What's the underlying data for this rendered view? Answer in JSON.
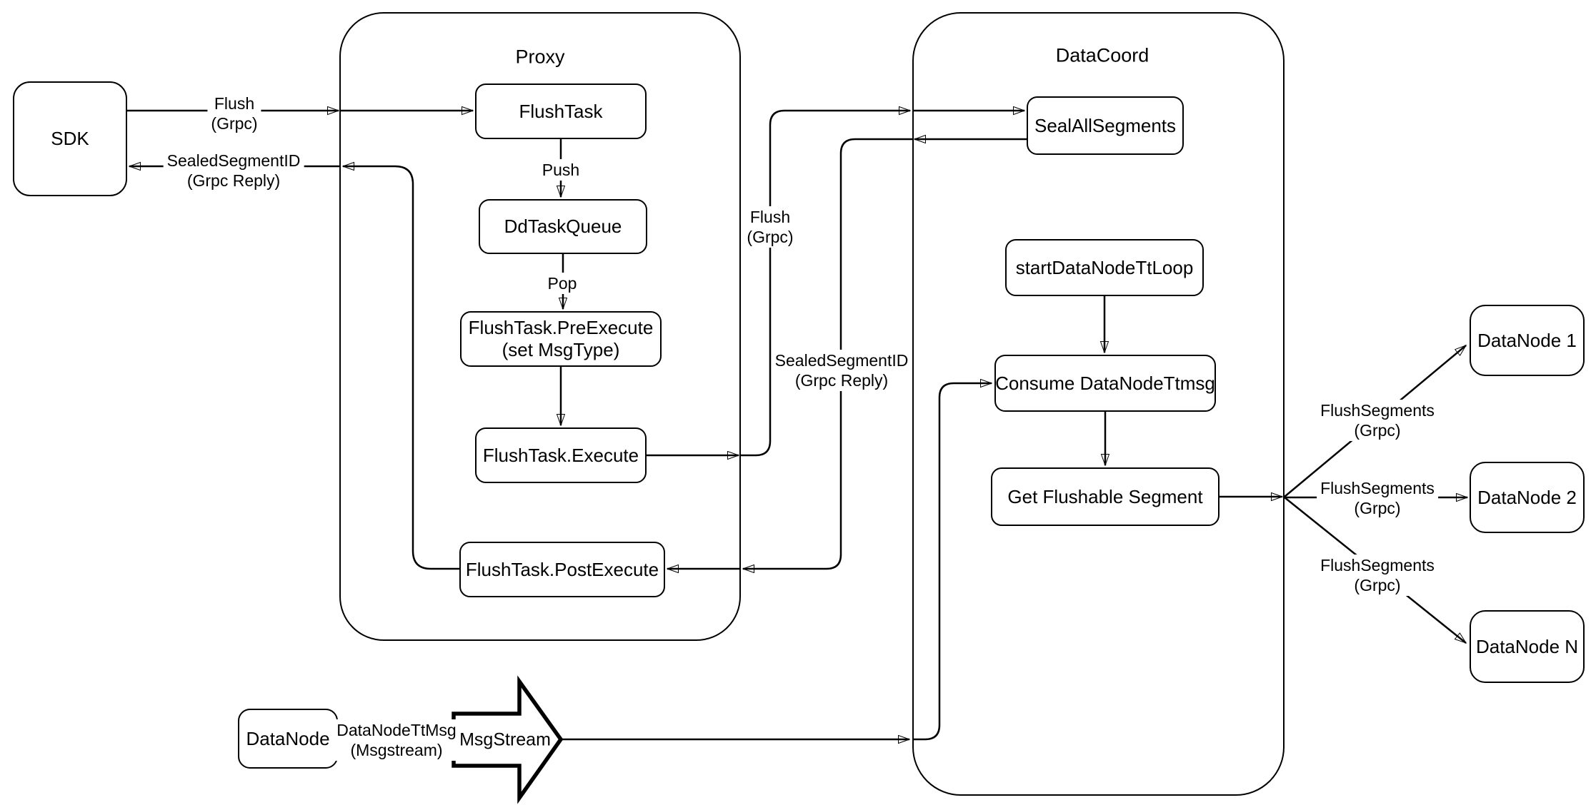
{
  "colors": {
    "stroke": "#000000",
    "background": "#ffffff"
  },
  "containers": {
    "proxy": {
      "title": "Proxy"
    },
    "datacoord": {
      "title": "DataCoord"
    }
  },
  "nodes": {
    "sdk": {
      "label": "SDK"
    },
    "flush_task": {
      "label": "FlushTask"
    },
    "dd_task_queue": {
      "label": "DdTaskQueue"
    },
    "pre_execute": {
      "line1": "FlushTask.PreExecute",
      "line2": "(set MsgType)"
    },
    "execute": {
      "label": "FlushTask.Execute"
    },
    "post_execute": {
      "label": "FlushTask.PostExecute"
    },
    "seal_all_segments": {
      "label": "SealAllSegments"
    },
    "start_data_node_tt_loop": {
      "label": "startDataNodeTtLoop"
    },
    "consume_data_node_ttmsg": {
      "label": "Consume DataNodeTtmsg"
    },
    "get_flushable_segment": {
      "label": "Get Flushable Segment"
    },
    "data_node_1": {
      "label": "DataNode 1"
    },
    "data_node_2": {
      "label": "DataNode 2"
    },
    "data_node_n": {
      "label": "DataNode N"
    },
    "data_node_source": {
      "label": "DataNode"
    },
    "msg_stream": {
      "label": "MsgStream"
    }
  },
  "edge_labels": {
    "flush_grpc_sdk": {
      "line1": "Flush",
      "line2": "(Grpc)"
    },
    "sealed_segment_id_sdk": {
      "line1": "SealedSegmentID",
      "line2": "(Grpc Reply)"
    },
    "flush_grpc_mid": {
      "line1": "Flush",
      "line2": "(Grpc)"
    },
    "sealed_segment_id_mid": {
      "line1": "SealedSegmentID",
      "line2": "(Grpc Reply)"
    },
    "push": {
      "label": "Push"
    },
    "pop": {
      "label": "Pop"
    },
    "flush_segments_1": {
      "line1": "FlushSegments",
      "line2": "(Grpc)"
    },
    "flush_segments_2": {
      "line1": "FlushSegments",
      "line2": "(Grpc)"
    },
    "flush_segments_3": {
      "line1": "FlushSegments",
      "line2": "(Grpc)"
    },
    "data_node_tt_msg": {
      "line1": "DataNodeTtMsg",
      "line2": "(Msgstream)"
    }
  }
}
